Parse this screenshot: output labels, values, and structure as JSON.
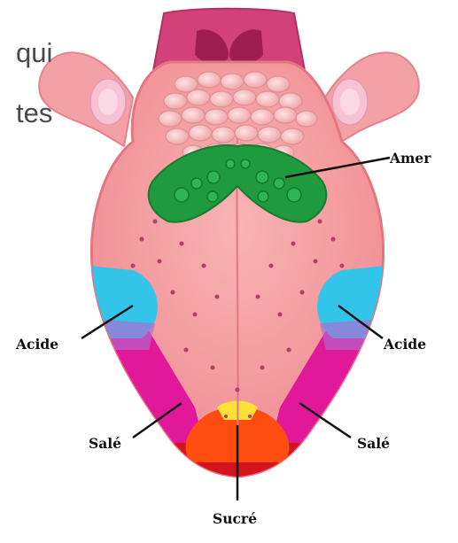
{
  "text_fragments": {
    "line1": "qui",
    "line2": "tes"
  },
  "labels": {
    "bitter": "Amer",
    "sour_left": "Acide",
    "sour_right": "Acide",
    "salty_left": "Salé",
    "salty_right": "Salé",
    "sweet": "Sucré"
  },
  "colors": {
    "tongue": "#f59a9f",
    "tongue_edge": "#e9757f",
    "throat": "#c9386f",
    "bitter_zone": "#1f9a3e",
    "sour_zone": "#33c4ea",
    "salty_zone": "#e2189a",
    "sweet_zone": "#ff4d12",
    "sweet_tip": "#d3141e",
    "sweet_highlight": "#ffe13a"
  }
}
